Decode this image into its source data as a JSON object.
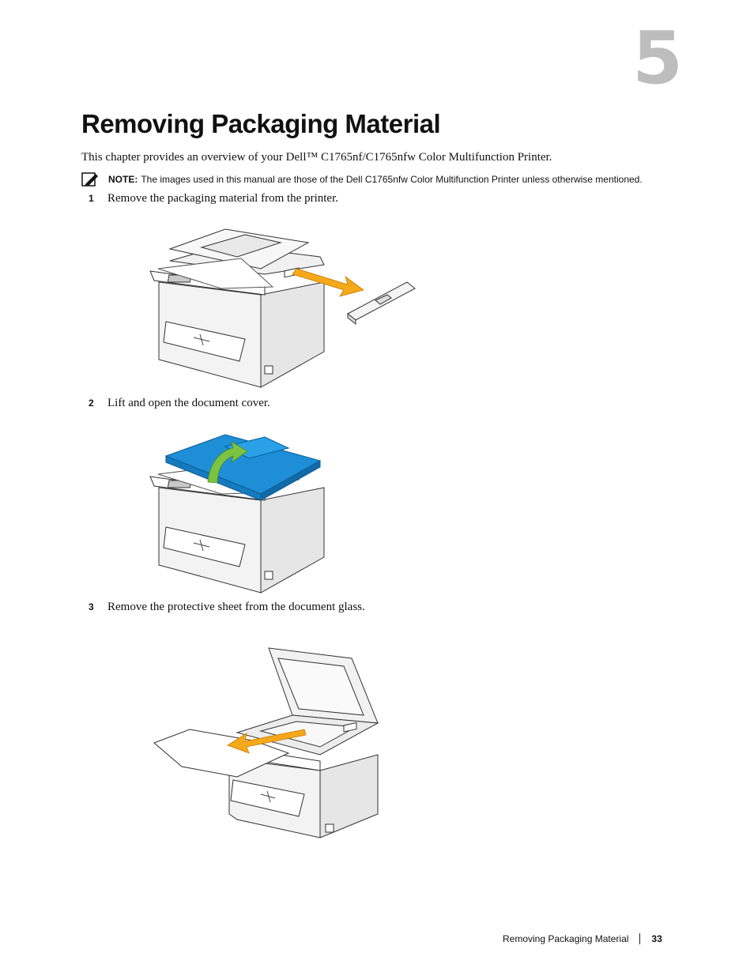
{
  "chapter": {
    "number": "5",
    "title": "Removing Packaging Material"
  },
  "intro": "This chapter provides an overview of your Dell™ C1765nf/C1765nfw Color Multifunction Printer.",
  "note": {
    "label": "NOTE:",
    "text": "The images used in this manual are those of the Dell C1765nfw Color Multifunction Printer unless otherwise mentioned."
  },
  "steps": [
    {
      "number": "1",
      "text": "Remove the packaging material from the printer."
    },
    {
      "number": "2",
      "text": "Lift and open the document cover."
    },
    {
      "number": "3",
      "text": "Remove the protective sheet from the document glass."
    }
  ],
  "colors": {
    "arrow_orange": "#f5a81a",
    "arrow_green": "#7cc243",
    "cover_blue": "#1e8fd6",
    "chapter_gray": "#bdbdbd"
  },
  "footer": {
    "title": "Removing Packaging Material",
    "page": "33"
  }
}
